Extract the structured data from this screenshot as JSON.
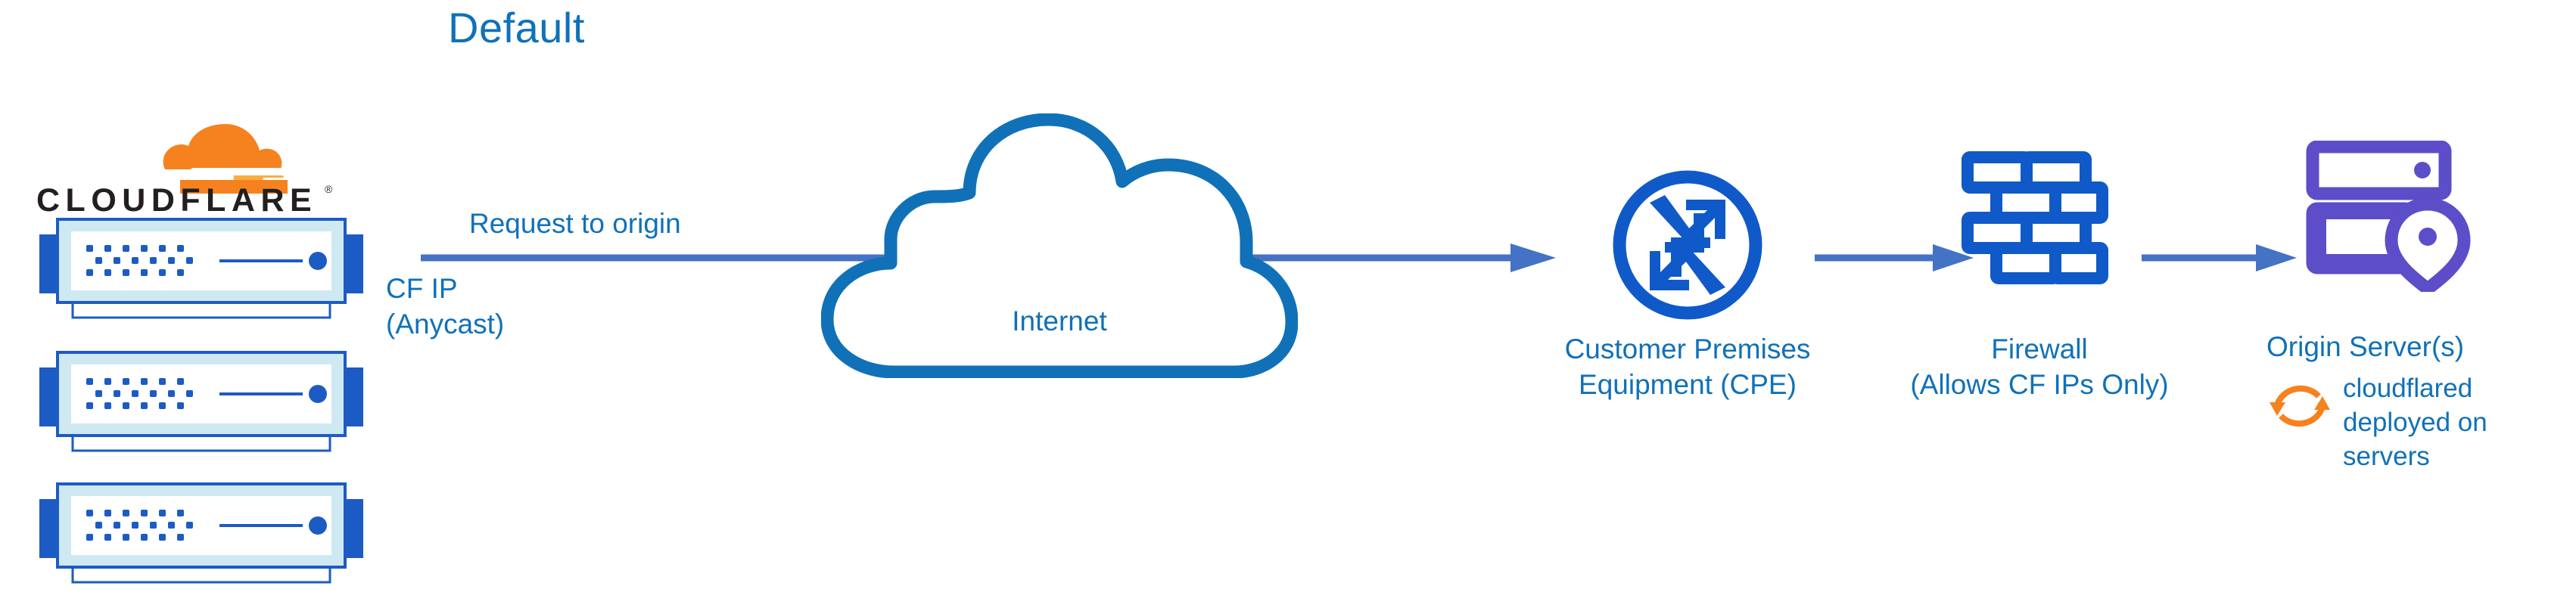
{
  "diagram": {
    "title": "Default",
    "colors": {
      "label_blue": "#1071b8",
      "icon_blue": "#1059c8",
      "arrow_blue": "#4472c4",
      "origin_purple": "#5b4ec8",
      "cloudflare_orange": "#f6821f",
      "cloudflare_orange_light": "#faad3f",
      "server_fill": "#cfe9f2",
      "server_border": "#1d5bc4",
      "wordmark_black": "#231f20"
    }
  },
  "brand": {
    "logo_icon_name": "cloudflare-cloud-logo",
    "wordmark": "CLOUDFLARE",
    "registered_mark": "®"
  },
  "nodes": {
    "edge_servers": {
      "name": "cloudflare-edge-servers",
      "count": 3,
      "icon_name": "server-appliance-icon"
    },
    "internet": {
      "label": "Internet",
      "icon_name": "cloud-icon"
    },
    "cpe": {
      "label_line1": "Customer Premises",
      "label_line2": "Equipment (CPE)",
      "icon_name": "router-icon"
    },
    "firewall": {
      "label_line1": "Firewall",
      "label_line2": "(Allows CF IPs Only)",
      "icon_name": "brick-wall-icon"
    },
    "origin": {
      "label": "Origin Server(s)",
      "icon_name": "server-with-location-pin-icon",
      "note_icon_name": "sync-arrows-icon",
      "note_line1": "cloudflared",
      "note_line2": "deployed on",
      "note_line3": "servers"
    }
  },
  "flow": {
    "request_label": "Request to origin",
    "source_ip_line1": "CF IP",
    "source_ip_line2": "(Anycast)"
  }
}
